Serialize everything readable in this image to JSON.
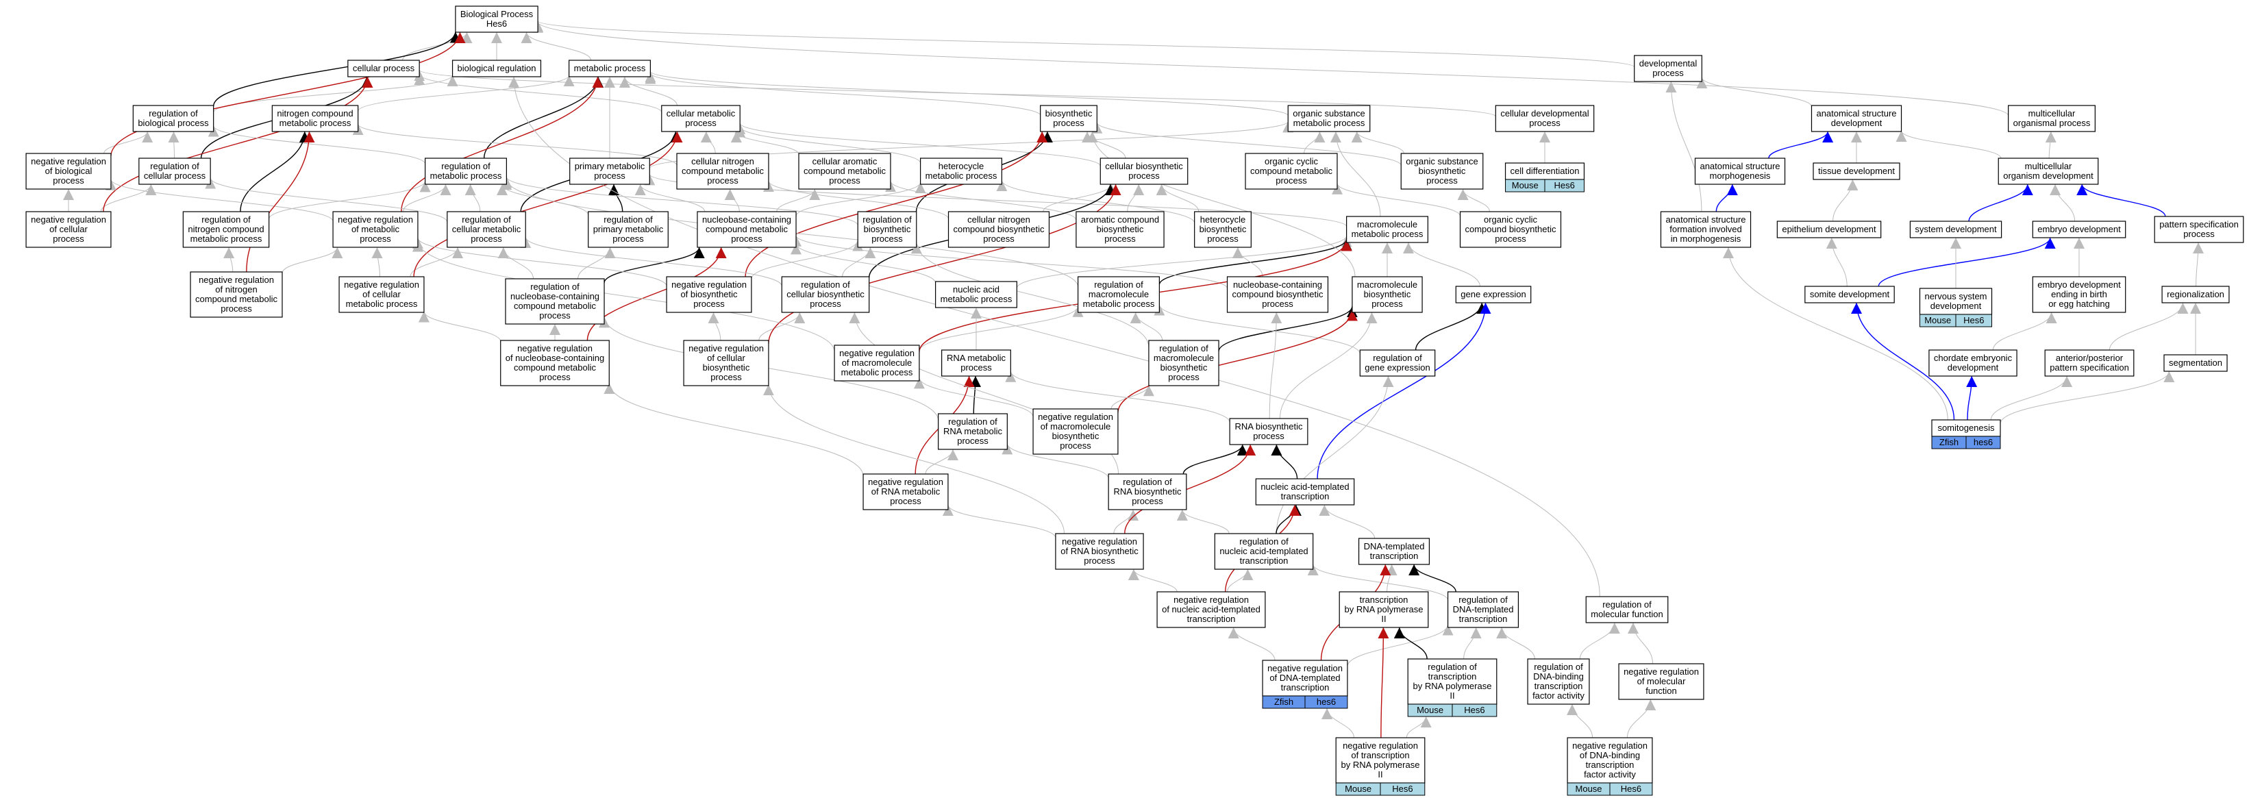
{
  "colors": {
    "is_a": "#bbbbbb",
    "part_of": "#000000",
    "regulates": "#000000",
    "positively_regulates": "#0000ff",
    "negatively_regulates": "#bb1111",
    "mouse_badge": "#add8e6",
    "zfish_badge": "#6495ed"
  },
  "nodes": {
    "bp": {
      "lines": [
        "Biological Process",
        "Hes6"
      ]
    },
    "cp": {
      "lines": [
        "cellular process"
      ]
    },
    "breg": {
      "lines": [
        "biological regulation"
      ]
    },
    "mp": {
      "lines": [
        "metabolic process"
      ]
    },
    "rbp": {
      "lines": [
        "regulation of",
        "biological process"
      ]
    },
    "ncmp": {
      "lines": [
        "nitrogen compound",
        "metabolic process"
      ]
    },
    "cmp": {
      "lines": [
        "cellular metabolic",
        "process"
      ]
    },
    "bsp": {
      "lines": [
        "biosynthetic",
        "process"
      ]
    },
    "osmp": {
      "lines": [
        "organic substance",
        "metabolic process"
      ]
    },
    "cdp": {
      "lines": [
        "cellular developmental",
        "process"
      ]
    },
    "cdiff": {
      "lines": [
        "cell differentiation"
      ],
      "badge": [
        "Mouse",
        "Hes6"
      ]
    },
    "devp": {
      "lines": [
        "developmental",
        "process"
      ]
    },
    "asd": {
      "lines": [
        "anatomical structure",
        "development"
      ]
    },
    "mop": {
      "lines": [
        "multicellular",
        "organismal process"
      ]
    },
    "nrbp": {
      "lines": [
        "negative regulation",
        "of biological",
        "process"
      ]
    },
    "rcp": {
      "lines": [
        "regulation of",
        "cellular process"
      ]
    },
    "rmp": {
      "lines": [
        "regulation of",
        "metabolic process"
      ]
    },
    "pmp": {
      "lines": [
        "primary metabolic",
        "process"
      ]
    },
    "cncmp": {
      "lines": [
        "cellular nitrogen",
        "compound metabolic",
        "process"
      ]
    },
    "camp": {
      "lines": [
        "cellular aromatic",
        "compound metabolic",
        "process"
      ]
    },
    "hmp": {
      "lines": [
        "heterocycle",
        "metabolic process"
      ]
    },
    "cbp": {
      "lines": [
        "cellular biosynthetic",
        "process"
      ]
    },
    "occmp": {
      "lines": [
        "organic cyclic",
        "compound metabolic",
        "process"
      ]
    },
    "osbp": {
      "lines": [
        "organic substance",
        "biosynthetic",
        "process"
      ]
    },
    "asm": {
      "lines": [
        "anatomical structure",
        "morphogenesis"
      ]
    },
    "tdev": {
      "lines": [
        "tissue development"
      ]
    },
    "mod": {
      "lines": [
        "multicellular",
        "organism development"
      ]
    },
    "nrcp": {
      "lines": [
        "negative regulation",
        "of cellular",
        "process"
      ]
    },
    "rncmp": {
      "lines": [
        "regulation of",
        "nitrogen compound",
        "metabolic process"
      ]
    },
    "nrmp": {
      "lines": [
        "negative regulation",
        "of metabolic",
        "process"
      ]
    },
    "rcmp": {
      "lines": [
        "regulation of",
        "cellular metabolic",
        "process"
      ]
    },
    "rpmp": {
      "lines": [
        "regulation of",
        "primary metabolic",
        "process"
      ]
    },
    "nbcmp": {
      "lines": [
        "nucleobase-containing",
        "compound metabolic",
        "process"
      ]
    },
    "rbsp": {
      "lines": [
        "regulation of",
        "biosynthetic",
        "process"
      ]
    },
    "cncbp": {
      "lines": [
        "cellular nitrogen",
        "compound biosynthetic",
        "process"
      ]
    },
    "acbp": {
      "lines": [
        "aromatic compound",
        "biosynthetic",
        "process"
      ]
    },
    "hbp": {
      "lines": [
        "heterocycle",
        "biosynthetic",
        "process"
      ]
    },
    "mmp": {
      "lines": [
        "macromolecule",
        "metabolic process"
      ]
    },
    "occbp": {
      "lines": [
        "organic cyclic",
        "compound biosynthetic",
        "process"
      ]
    },
    "asfm": {
      "lines": [
        "anatomical structure",
        "formation involved",
        "in morphogenesis"
      ]
    },
    "epdev": {
      "lines": [
        "epithelium development"
      ]
    },
    "sysdev": {
      "lines": [
        "system development"
      ]
    },
    "embdev": {
      "lines": [
        "embryo development"
      ]
    },
    "psp": {
      "lines": [
        "pattern specification",
        "process"
      ]
    },
    "nrncmp": {
      "lines": [
        "negative regulation",
        "of nitrogen",
        "compound metabolic",
        "process"
      ]
    },
    "nrcmp": {
      "lines": [
        "negative regulation",
        "of cellular",
        "metabolic process"
      ]
    },
    "rnbcmp": {
      "lines": [
        "regulation of",
        "nucleobase-containing",
        "compound metabolic",
        "process"
      ]
    },
    "nrbsp": {
      "lines": [
        "negative regulation",
        "of biosynthetic",
        "process"
      ]
    },
    "rcbp": {
      "lines": [
        "regulation of",
        "cellular biosynthetic",
        "process"
      ]
    },
    "namp": {
      "lines": [
        "nucleic acid",
        "metabolic process"
      ]
    },
    "rmmp": {
      "lines": [
        "regulation of",
        "macromolecule",
        "metabolic process"
      ]
    },
    "nbcbp": {
      "lines": [
        "nucleobase-containing",
        "compound biosynthetic",
        "process"
      ]
    },
    "mbp": {
      "lines": [
        "macromolecule",
        "biosynthetic",
        "process"
      ]
    },
    "gexp": {
      "lines": [
        "gene expression"
      ]
    },
    "somdev": {
      "lines": [
        "somite development"
      ]
    },
    "nsdev": {
      "lines": [
        "nervous system",
        "development"
      ],
      "badge": [
        "Mouse",
        "Hes6"
      ]
    },
    "edeh": {
      "lines": [
        "embryo development",
        "ending in birth",
        "or egg hatching"
      ]
    },
    "regz": {
      "lines": [
        "regionalization"
      ]
    },
    "nrnbcmp": {
      "lines": [
        "negative regulation",
        "of nucleobase-containing",
        "compound metabolic",
        "process"
      ]
    },
    "nrcbp": {
      "lines": [
        "negative regulation",
        "of cellular",
        "biosynthetic",
        "process"
      ]
    },
    "nrmmp": {
      "lines": [
        "negative regulation",
        "of macromolecule",
        "metabolic process"
      ]
    },
    "rnamp": {
      "lines": [
        "RNA metabolic",
        "process"
      ]
    },
    "rmbp": {
      "lines": [
        "regulation of",
        "macromolecule",
        "biosynthetic",
        "process"
      ]
    },
    "rge": {
      "lines": [
        "regulation of",
        "gene expression"
      ]
    },
    "ced": {
      "lines": [
        "chordate embryonic",
        "development"
      ]
    },
    "apps": {
      "lines": [
        "anterior/posterior",
        "pattern specification"
      ]
    },
    "segm": {
      "lines": [
        "segmentation"
      ]
    },
    "rrnamp": {
      "lines": [
        "regulation of",
        "RNA metabolic",
        "process"
      ]
    },
    "nrmbp": {
      "lines": [
        "negative regulation",
        "of macromolecule",
        "biosynthetic",
        "process"
      ]
    },
    "rnabp": {
      "lines": [
        "RNA biosynthetic",
        "process"
      ]
    },
    "somg": {
      "lines": [
        "somitogenesis"
      ],
      "badge": [
        "Zfish",
        "hes6"
      ]
    },
    "nrrnamp": {
      "lines": [
        "negative regulation",
        "of RNA metabolic",
        "process"
      ]
    },
    "rrnabp": {
      "lines": [
        "regulation of",
        "RNA biosynthetic",
        "process"
      ]
    },
    "natt": {
      "lines": [
        "nucleic acid-templated",
        "transcription"
      ]
    },
    "nrrnabp": {
      "lines": [
        "negative regulation",
        "of RNA biosynthetic",
        "process"
      ]
    },
    "rnatt": {
      "lines": [
        "regulation of",
        "nucleic acid-templated",
        "transcription"
      ]
    },
    "dtt": {
      "lines": [
        "DNA-templated",
        "transcription"
      ]
    },
    "nrnatt": {
      "lines": [
        "negative regulation",
        "of nucleic acid-templated",
        "transcription"
      ]
    },
    "trnap2": {
      "lines": [
        "transcription",
        "by RNA polymerase",
        "II"
      ]
    },
    "rdtt": {
      "lines": [
        "regulation of",
        "DNA-templated",
        "transcription"
      ]
    },
    "rmf": {
      "lines": [
        "regulation of",
        "molecular function"
      ]
    },
    "nrdtt": {
      "lines": [
        "negative regulation",
        "of DNA-templated",
        "transcription"
      ],
      "badge": [
        "Zfish",
        "hes6"
      ]
    },
    "rtrnap2": {
      "lines": [
        "regulation of",
        "transcription",
        "by RNA polymerase",
        "II"
      ],
      "badge": [
        "Mouse",
        "Hes6"
      ]
    },
    "rdbtfa": {
      "lines": [
        "regulation of",
        "DNA-binding",
        "transcription",
        "factor activity"
      ]
    },
    "nrmf": {
      "lines": [
        "negative regulation",
        "of molecular",
        "function"
      ]
    },
    "nrtrnap2": {
      "lines": [
        "negative regulation",
        "of transcription",
        "by RNA polymerase",
        "II"
      ],
      "badge": [
        "Mouse",
        "Hes6"
      ]
    },
    "nrdbtfa": {
      "lines": [
        "negative regulation",
        "of DNA-binding",
        "transcription",
        "factor activity"
      ],
      "badge": [
        "Mouse",
        "Hes6"
      ]
    }
  },
  "edges": [
    [
      "cp",
      "bp",
      "is_a"
    ],
    [
      "breg",
      "bp",
      "is_a"
    ],
    [
      "mp",
      "bp",
      "is_a"
    ],
    [
      "devp",
      "bp",
      "is_a"
    ],
    [
      "rbp",
      "breg",
      "is_a"
    ],
    [
      "rbp",
      "bp",
      "regulates"
    ],
    [
      "nrbp",
      "rbp",
      "is_a"
    ],
    [
      "nrbp",
      "bp",
      "negatively_regulates"
    ],
    [
      "ncmp",
      "mp",
      "is_a"
    ],
    [
      "cmp",
      "mp",
      "is_a"
    ],
    [
      "cmp",
      "cp",
      "is_a"
    ],
    [
      "bsp",
      "mp",
      "is_a"
    ],
    [
      "osmp",
      "mp",
      "is_a"
    ],
    [
      "cdp",
      "cp",
      "is_a"
    ],
    [
      "cdiff",
      "cdp",
      "is_a"
    ],
    [
      "asd",
      "devp",
      "is_a"
    ],
    [
      "mop",
      "bp",
      "is_a"
    ],
    [
      "rcp",
      "rbp",
      "is_a"
    ],
    [
      "rcp",
      "cp",
      "regulates"
    ],
    [
      "nrcp",
      "rcp",
      "is_a"
    ],
    [
      "nrcp",
      "nrbp",
      "is_a"
    ],
    [
      "nrcp",
      "cp",
      "negatively_regulates"
    ],
    [
      "rmp",
      "rbp",
      "is_a"
    ],
    [
      "rmp",
      "mp",
      "regulates"
    ],
    [
      "pmp",
      "mp",
      "is_a"
    ],
    [
      "pmp",
      "osmp",
      "is_a"
    ],
    [
      "cncmp",
      "cmp",
      "is_a"
    ],
    [
      "cncmp",
      "ncmp",
      "is_a"
    ],
    [
      "camp",
      "cmp",
      "is_a"
    ],
    [
      "hmp",
      "cmp",
      "is_a"
    ],
    [
      "cbp",
      "cmp",
      "is_a"
    ],
    [
      "cbp",
      "bsp",
      "is_a"
    ],
    [
      "occmp",
      "osmp",
      "is_a"
    ],
    [
      "osbp",
      "osmp",
      "is_a"
    ],
    [
      "osbp",
      "bsp",
      "is_a"
    ],
    [
      "asm",
      "asd",
      "positively_regulates"
    ],
    [
      "tdev",
      "asd",
      "is_a"
    ],
    [
      "mod",
      "asd",
      "is_a"
    ],
    [
      "mod",
      "mop",
      "is_a"
    ],
    [
      "rncmp",
      "rmp",
      "is_a"
    ],
    [
      "rncmp",
      "ncmp",
      "regulates"
    ],
    [
      "nrmp",
      "rmp",
      "is_a"
    ],
    [
      "nrmp",
      "nrbp",
      "is_a"
    ],
    [
      "nrmp",
      "mp",
      "negatively_regulates"
    ],
    [
      "rcmp",
      "rmp",
      "is_a"
    ],
    [
      "rcmp",
      "rcp",
      "is_a"
    ],
    [
      "rcmp",
      "cmp",
      "regulates"
    ],
    [
      "rpmp",
      "rmp",
      "is_a"
    ],
    [
      "rpmp",
      "pmp",
      "regulates"
    ],
    [
      "nbcmp",
      "cncmp",
      "is_a"
    ],
    [
      "nbcmp",
      "hmp",
      "is_a"
    ],
    [
      "nbcmp",
      "camp",
      "is_a"
    ],
    [
      "nbcmp",
      "pmp",
      "is_a"
    ],
    [
      "rbsp",
      "rmp",
      "is_a"
    ],
    [
      "rbsp",
      "bsp",
      "regulates"
    ],
    [
      "cncbp",
      "cncmp",
      "is_a"
    ],
    [
      "cncbp",
      "cbp",
      "is_a"
    ],
    [
      "acbp",
      "camp",
      "is_a"
    ],
    [
      "acbp",
      "cbp",
      "is_a"
    ],
    [
      "hbp",
      "hmp",
      "is_a"
    ],
    [
      "hbp",
      "cbp",
      "is_a"
    ],
    [
      "mmp",
      "pmp",
      "is_a"
    ],
    [
      "mmp",
      "osmp",
      "is_a"
    ],
    [
      "occbp",
      "occmp",
      "is_a"
    ],
    [
      "occbp",
      "osbp",
      "is_a"
    ],
    [
      "asfm",
      "asm",
      "positively_regulates"
    ],
    [
      "asfm",
      "devp",
      "is_a"
    ],
    [
      "epdev",
      "tdev",
      "is_a"
    ],
    [
      "sysdev",
      "mod",
      "positively_regulates"
    ],
    [
      "embdev",
      "mod",
      "is_a"
    ],
    [
      "psp",
      "mod",
      "positively_regulates"
    ],
    [
      "nrncmp",
      "rncmp",
      "is_a"
    ],
    [
      "nrncmp",
      "nrmp",
      "is_a"
    ],
    [
      "nrncmp",
      "ncmp",
      "negatively_regulates"
    ],
    [
      "nrcmp",
      "rcmp",
      "is_a"
    ],
    [
      "nrcmp",
      "nrmp",
      "is_a"
    ],
    [
      "nrcmp",
      "cmp",
      "negatively_regulates"
    ],
    [
      "rnbcmp",
      "rcmp",
      "is_a"
    ],
    [
      "rnbcmp",
      "rpmp",
      "is_a"
    ],
    [
      "rnbcmp",
      "nbcmp",
      "regulates"
    ],
    [
      "nrbsp",
      "rbsp",
      "is_a"
    ],
    [
      "nrbsp",
      "nrmp",
      "is_a"
    ],
    [
      "nrbsp",
      "bsp",
      "negatively_regulates"
    ],
    [
      "rcbp",
      "rbsp",
      "is_a"
    ],
    [
      "rcbp",
      "rcmp",
      "is_a"
    ],
    [
      "rcbp",
      "cbp",
      "regulates"
    ],
    [
      "namp",
      "nbcmp",
      "is_a"
    ],
    [
      "namp",
      "mmp",
      "is_a"
    ],
    [
      "rmmp",
      "rmp",
      "is_a"
    ],
    [
      "rmmp",
      "mmp",
      "regulates"
    ],
    [
      "nbcbp",
      "nbcmp",
      "is_a"
    ],
    [
      "nbcbp",
      "hbp",
      "is_a"
    ],
    [
      "mbp",
      "mmp",
      "is_a"
    ],
    [
      "mbp",
      "bsp",
      "is_a"
    ],
    [
      "gexp",
      "mmp",
      "is_a"
    ],
    [
      "somdev",
      "embdev",
      "positively_regulates"
    ],
    [
      "somdev",
      "epdev",
      "is_a"
    ],
    [
      "nsdev",
      "sysdev",
      "is_a"
    ],
    [
      "edeh",
      "embdev",
      "is_a"
    ],
    [
      "regz",
      "psp",
      "is_a"
    ],
    [
      "nrnbcmp",
      "rnbcmp",
      "is_a"
    ],
    [
      "nrnbcmp",
      "nrcmp",
      "is_a"
    ],
    [
      "nrnbcmp",
      "nbcmp",
      "negatively_regulates"
    ],
    [
      "nrcbp",
      "nrbsp",
      "is_a"
    ],
    [
      "nrcbp",
      "rcbp",
      "is_a"
    ],
    [
      "nrcbp",
      "cbp",
      "negatively_regulates"
    ],
    [
      "nrmmp",
      "rmmp",
      "is_a"
    ],
    [
      "nrmmp",
      "nrmp",
      "is_a"
    ],
    [
      "nrmmp",
      "mmp",
      "negatively_regulates"
    ],
    [
      "rnamp",
      "namp",
      "is_a"
    ],
    [
      "rmbp",
      "rmmp",
      "is_a"
    ],
    [
      "rmbp",
      "rbsp",
      "is_a"
    ],
    [
      "rmbp",
      "mbp",
      "regulates"
    ],
    [
      "rge",
      "rmmp",
      "is_a"
    ],
    [
      "rge",
      "gexp",
      "regulates"
    ],
    [
      "ced",
      "edeh",
      "is_a"
    ],
    [
      "apps",
      "regz",
      "is_a"
    ],
    [
      "segm",
      "regz",
      "is_a"
    ],
    [
      "rrnamp",
      "rnbcmp",
      "is_a"
    ],
    [
      "rrnamp",
      "rnamp",
      "regulates"
    ],
    [
      "nrmbp",
      "rmbp",
      "is_a"
    ],
    [
      "nrmbp",
      "nrmmp",
      "is_a"
    ],
    [
      "nrmbp",
      "mbp",
      "negatively_regulates"
    ],
    [
      "rnabp",
      "rnamp",
      "is_a"
    ],
    [
      "rnabp",
      "mbp",
      "is_a"
    ],
    [
      "rnabp",
      "nbcbp",
      "is_a"
    ],
    [
      "somg",
      "somdev",
      "positively_regulates"
    ],
    [
      "somg",
      "ced",
      "positively_regulates"
    ],
    [
      "somg",
      "segm",
      "is_a"
    ],
    [
      "somg",
      "apps",
      "is_a"
    ],
    [
      "somg",
      "asfm",
      "is_a"
    ],
    [
      "nrrnamp",
      "rrnamp",
      "is_a"
    ],
    [
      "nrrnamp",
      "nrnbcmp",
      "is_a"
    ],
    [
      "nrrnamp",
      "rnamp",
      "negatively_regulates"
    ],
    [
      "rrnabp",
      "rrnamp",
      "is_a"
    ],
    [
      "rrnabp",
      "rcbp",
      "is_a"
    ],
    [
      "rrnabp",
      "rnabp",
      "regulates"
    ],
    [
      "natt",
      "rnabp",
      "part_of"
    ],
    [
      "natt",
      "gexp",
      "positively_regulates"
    ],
    [
      "nrrnabp",
      "rrnabp",
      "is_a"
    ],
    [
      "nrrnabp",
      "nrrnamp",
      "is_a"
    ],
    [
      "nrrnabp",
      "nrcbp",
      "is_a"
    ],
    [
      "nrrnabp",
      "rnabp",
      "negatively_regulates"
    ],
    [
      "rnatt",
      "rrnabp",
      "is_a"
    ],
    [
      "rnatt",
      "rge",
      "is_a"
    ],
    [
      "rnatt",
      "natt",
      "regulates"
    ],
    [
      "dtt",
      "natt",
      "is_a"
    ],
    [
      "nrnatt",
      "rnatt",
      "is_a"
    ],
    [
      "nrnatt",
      "nrrnabp",
      "is_a"
    ],
    [
      "nrnatt",
      "natt",
      "negatively_regulates"
    ],
    [
      "trnap2",
      "dtt",
      "is_a"
    ],
    [
      "rdtt",
      "rnatt",
      "is_a"
    ],
    [
      "rdtt",
      "dtt",
      "regulates"
    ],
    [
      "rmf",
      "breg",
      "is_a"
    ],
    [
      "nrdtt",
      "rdtt",
      "is_a"
    ],
    [
      "nrdtt",
      "nrnatt",
      "is_a"
    ],
    [
      "nrdtt",
      "dtt",
      "negatively_regulates"
    ],
    [
      "rtrnap2",
      "rdtt",
      "is_a"
    ],
    [
      "rtrnap2",
      "trnap2",
      "regulates"
    ],
    [
      "rdbtfa",
      "rmf",
      "is_a"
    ],
    [
      "rdbtfa",
      "rdtt",
      "is_a"
    ],
    [
      "nrmf",
      "rmf",
      "is_a"
    ],
    [
      "nrtrnap2",
      "rtrnap2",
      "is_a"
    ],
    [
      "nrtrnap2",
      "nrdtt",
      "is_a"
    ],
    [
      "nrtrnap2",
      "trnap2",
      "negatively_regulates"
    ],
    [
      "nrdbtfa",
      "rdbtfa",
      "is_a"
    ],
    [
      "nrdbtfa",
      "nrmf",
      "is_a"
    ]
  ]
}
